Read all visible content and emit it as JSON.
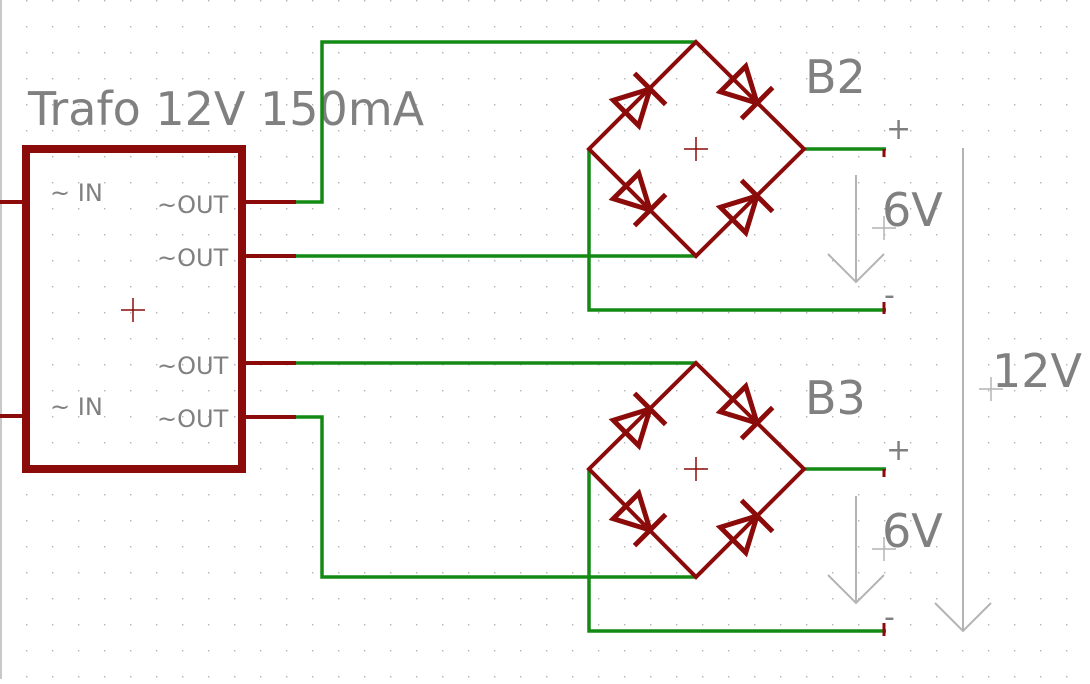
{
  "schematic": {
    "transformer": {
      "title": "Trafo 12V 150mA",
      "pins": {
        "in_top": "~ IN",
        "in_bottom": "~ IN",
        "out1": "~OUT",
        "out2": "~OUT",
        "out3": "~OUT",
        "out4": "~OUT"
      }
    },
    "bridges": [
      {
        "ref": "B2",
        "plus": "+",
        "minus": "-",
        "voltage": "6V"
      },
      {
        "ref": "B3",
        "plus": "+",
        "minus": "-",
        "voltage": "6V"
      }
    ],
    "total_voltage": "12V",
    "colors": {
      "wire": "#138a13",
      "component": "#8b0a0a",
      "annotation": "#808080",
      "grid_dot": "#b4b4b4",
      "background": "#ffffff"
    }
  }
}
